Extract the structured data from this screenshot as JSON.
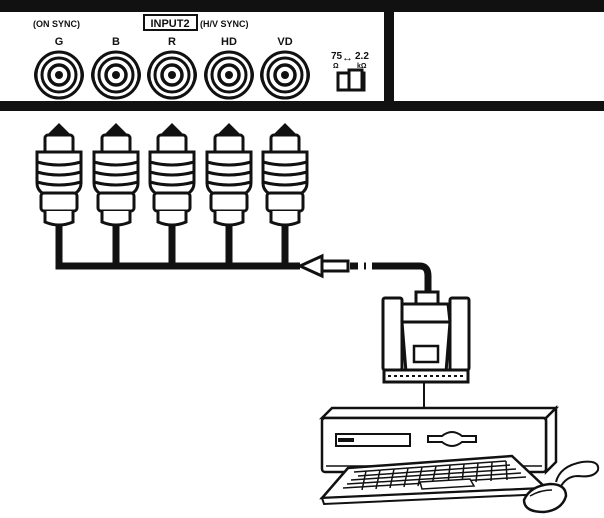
{
  "panel": {
    "on_sync_label": "(ON SYNC)",
    "input_label": "INPUT2",
    "hv_sync_label": "(H/V SYNC)",
    "connectors": [
      {
        "id": "g",
        "label": "G"
      },
      {
        "id": "b",
        "label": "B"
      },
      {
        "id": "r",
        "label": "R"
      },
      {
        "id": "hd",
        "label": "HD"
      },
      {
        "id": "vd",
        "label": "VD"
      }
    ],
    "switch": {
      "left_value": "75",
      "left_unit": "Ω",
      "arrow": "↔",
      "right_value": "2.2",
      "right_unit": "kΩ"
    }
  },
  "icons": [
    "bnc-socket-icon",
    "up-arrow-icon",
    "bnc-plug-icon",
    "vga-plug-icon",
    "computer-icon",
    "keyboard-icon",
    "mouse-icon",
    "slide-switch-icon"
  ],
  "colors": {
    "line": "#111111",
    "fill": "#ffffff",
    "panel": "#111111"
  }
}
